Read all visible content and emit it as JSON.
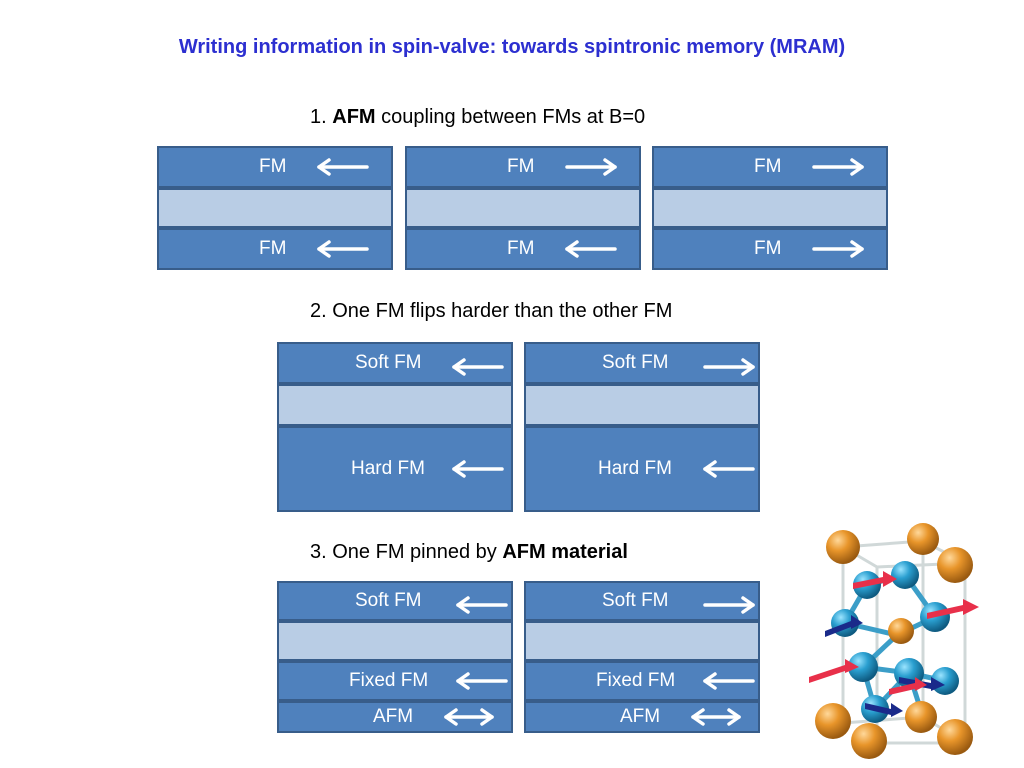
{
  "title": "Writing information in spin-valve: towards spintronic memory (MRAM)",
  "section1": {
    "prefix": "1. ",
    "bold": "AFM",
    "suffix": " coupling between FMs at B=0",
    "stacks": [
      {
        "top_label": "FM",
        "top_dir": "left",
        "bottom_label": "FM",
        "bottom_dir": "left"
      },
      {
        "top_label": "FM",
        "top_dir": "right",
        "bottom_label": "FM",
        "bottom_dir": "left"
      },
      {
        "top_label": "FM",
        "top_dir": "right",
        "bottom_label": "FM",
        "bottom_dir": "right"
      }
    ]
  },
  "section2": {
    "text": "2. One FM flips harder than the other FM",
    "stacks": [
      {
        "top_label": "Soft FM",
        "top_dir": "left",
        "bottom_label": "Hard FM",
        "bottom_dir": "left"
      },
      {
        "top_label": "Soft FM",
        "top_dir": "right",
        "bottom_label": "Hard FM",
        "bottom_dir": "left"
      }
    ]
  },
  "section3": {
    "prefix": "3. One FM pinned by ",
    "bold": "AFM material",
    "stacks": [
      {
        "top_label": "Soft FM",
        "top_dir": "left",
        "mid_label": "Fixed FM",
        "mid_dir": "left",
        "bottom_label": "AFM",
        "bottom_dir": "both"
      },
      {
        "top_label": "Soft FM",
        "top_dir": "right",
        "mid_label": "Fixed FM",
        "mid_dir": "left",
        "bottom_label": "AFM",
        "bottom_dir": "both"
      }
    ]
  },
  "colors": {
    "title": "#2c2fd0",
    "fm_layer": "#4f81bd",
    "spacer_layer": "#b9cde5",
    "border": "#385d8a",
    "atom_large": "#e8952a",
    "atom_small": "#2a9fd0",
    "spin_arrow_red": "#e8304a",
    "spin_arrow_blue": "#1a2a8a"
  }
}
